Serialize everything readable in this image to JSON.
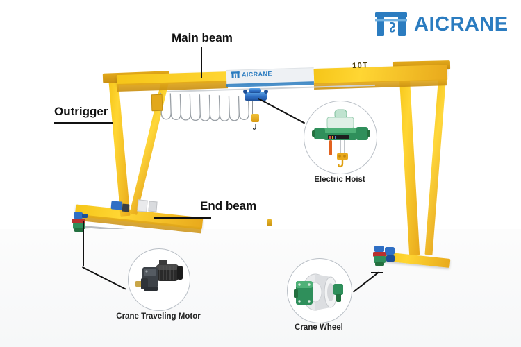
{
  "brand": {
    "name": "AICRANE",
    "logo_icon": "gantry-crane-hook-icon",
    "color": "#2b7cc0"
  },
  "diagram": {
    "subject": "single girder gantry crane",
    "beam_brand_text": "AICRANE",
    "capacity_label": "10T",
    "colors": {
      "structure_yellow": "#f2c21a",
      "structure_yellow_dark": "#d29a12",
      "hoist_blue": "#2f6fc4",
      "accent_blue": "#2b7cc0",
      "component_green": "#2f8f5b",
      "rail_grey": "#b9bdc2",
      "label_black": "#111111"
    },
    "annotations": [
      {
        "id": "main-beam",
        "label": "Main beam"
      },
      {
        "id": "outrigger",
        "label": "Outrigger"
      },
      {
        "id": "end-beam",
        "label": "End beam"
      }
    ],
    "callouts": [
      {
        "id": "electric-hoist",
        "label": "Electric Hoist",
        "part_color": "#2f8f5b"
      },
      {
        "id": "crane-traveling-motor",
        "label": "Crane Traveling Motor",
        "part_color": "#2b2b2b"
      },
      {
        "id": "crane-wheel",
        "label": "Crane Wheel",
        "part_color": "#2f8f5b"
      }
    ]
  }
}
